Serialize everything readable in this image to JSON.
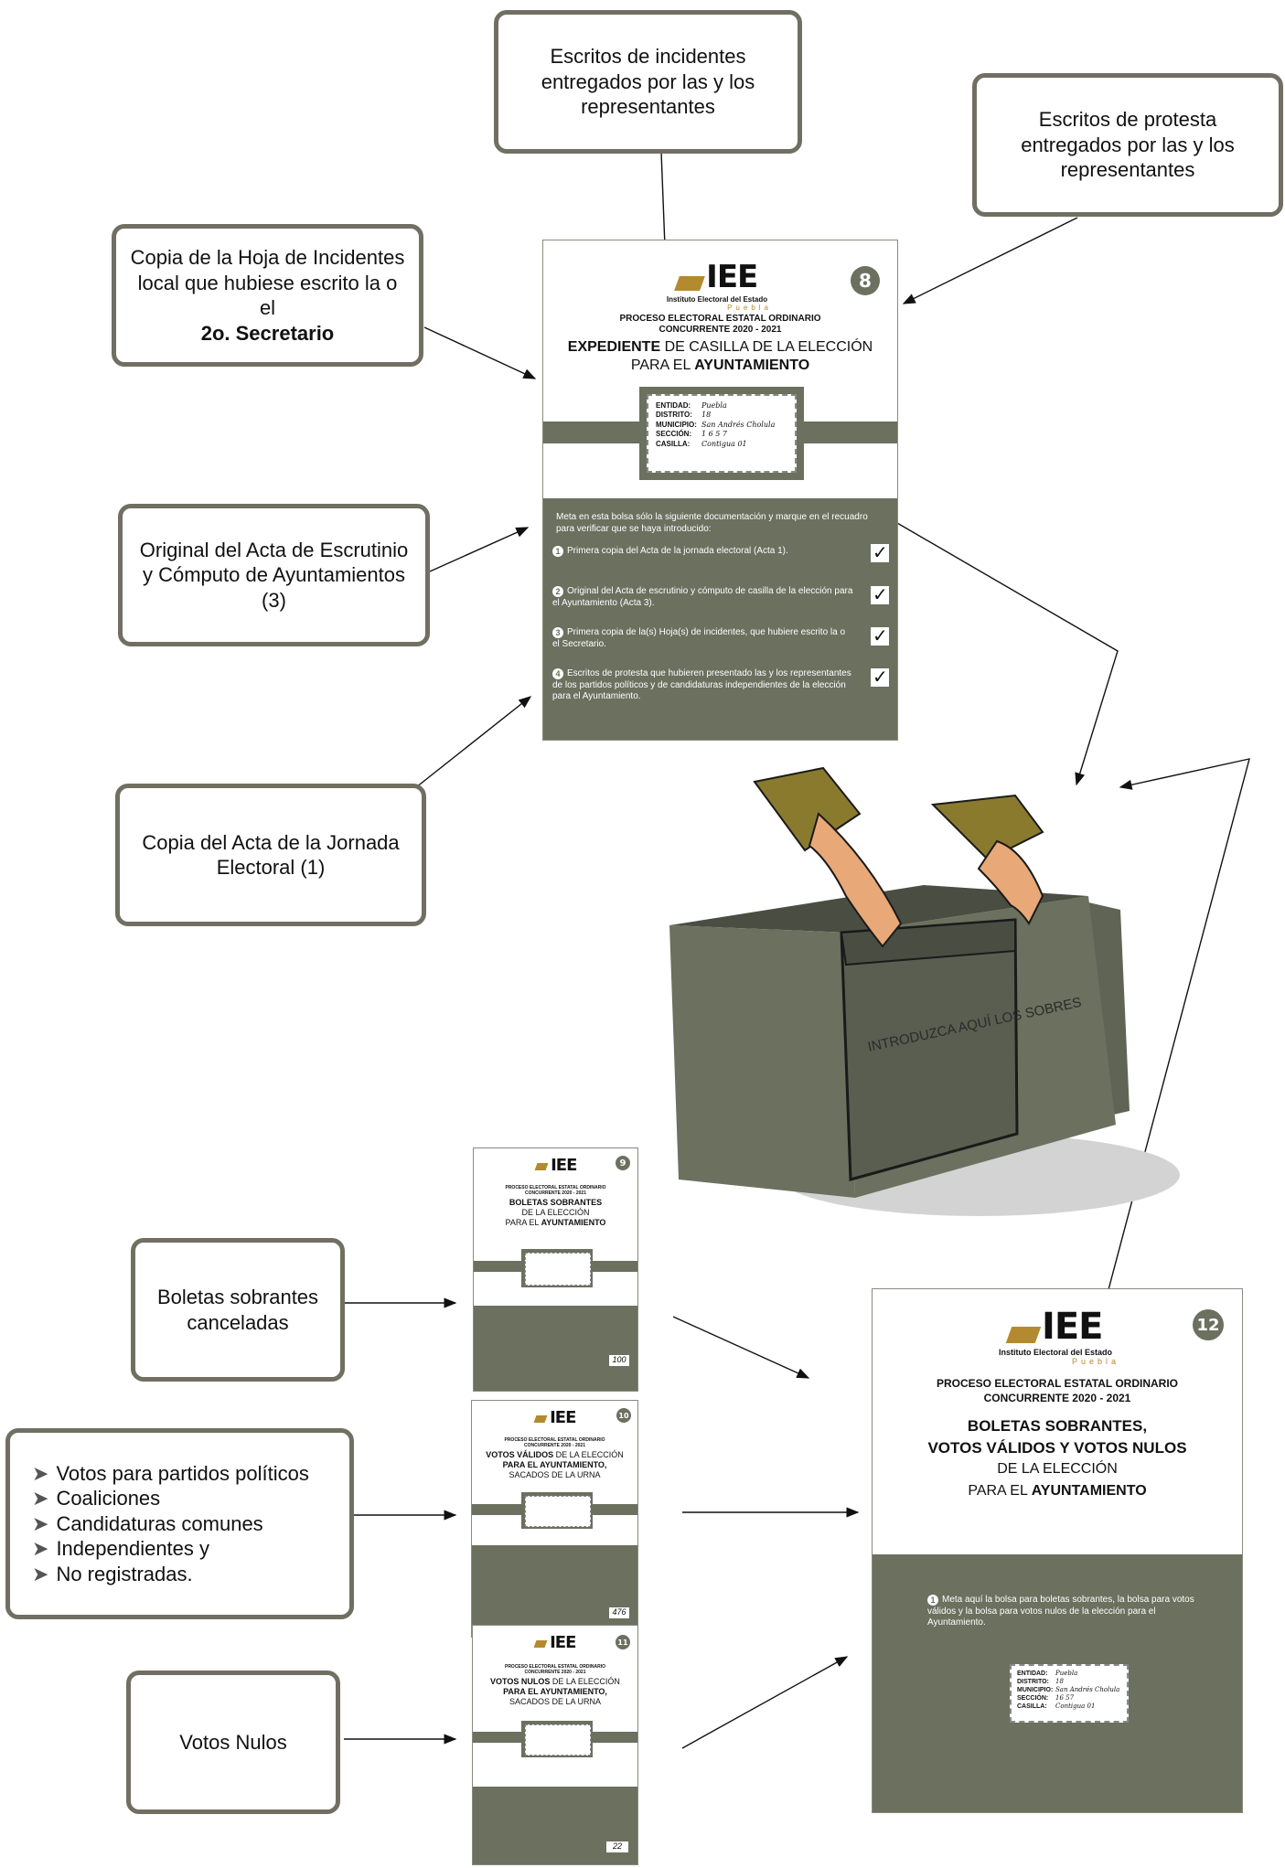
{
  "callouts": {
    "incidentes": "Escritos de incidentes entregados por las y los representantes",
    "protesta": "Escritos de protesta entregados por las y los representantes",
    "copia_hoja_line": "Copia de la Hoja de Incidentes local que hubiese escrito la o el",
    "copia_hoja_bold": "2o. Secretario",
    "original_acta": "Original del Acta de Escrutinio y Cómputo de Ayuntamientos (3)",
    "copia_acta": "Copia del Acta de la Jornada Electoral (1)",
    "boletas": "Boletas sobrantes canceladas",
    "votos_list": [
      "Votos para partidos políticos",
      "Coaliciones",
      "Candidaturas comunes",
      "Independientes y",
      "No registradas."
    ],
    "votos_nulos": "Votos Nulos"
  },
  "logo": {
    "iee": "IEE",
    "institute": "Instituto Electoral del Estado",
    "state": "Puebla"
  },
  "envelope8": {
    "number": "8",
    "process": "PROCESO ELECTORAL ESTATAL ORDINARIO",
    "concurrent": "CONCURRENTE 2020 - 2021",
    "title_bold": "EXPEDIENTE",
    "title_rest": "DE CASILLA DE LA ELECCIÓN",
    "title2_plain": "PARA EL",
    "title2_bold": "AYUNTAMIENTO",
    "labels": {
      "entidad_k": "ENTIDAD:",
      "entidad_v": "Puebla",
      "distrito_k": "DISTRITO:",
      "distrito_v": "18",
      "municipio_k": "MUNICIPIO:",
      "municipio_v": "San Andrés Cholula",
      "seccion_k": "SECCIÓN:",
      "seccion_v": "1 6 5 7",
      "casilla_k": "CASILLA:",
      "casilla_v": "Contigua 01"
    },
    "instructions": "Meta en esta bolsa sólo la siguiente documentación y marque en el recuadro para verificar que se haya introducido:",
    "items": [
      "Primera copia del Acta de la jornada electoral (Acta 1).",
      "Original del Acta de escrutinio y cómputo de casilla de la elección para el Ayuntamiento (Acta 3).",
      "Primera copia de la(s) Hoja(s) de incidentes, que hubiere escrito la o el Secretario.",
      "Escritos de protesta que hubieren presentado las y los representantes de los partidos políticos y de candidaturas independientes de la elección para el Ayuntamiento."
    ],
    "check": "✓"
  },
  "urn": {
    "label": "INTRODUZCA AQUÍ LOS SOBRES"
  },
  "envelope9": {
    "number": "9",
    "process": "PROCESO ELECTORAL ESTATAL ORDINARIO",
    "concurrent": "CONCURRENTE 2020 - 2021",
    "title1": "BOLETAS SOBRANTES",
    "title2": "DE LA ELECCIÓN",
    "title3_plain": "PARA EL",
    "title3_bold": "AYUNTAMIENTO",
    "count": "100"
  },
  "envelope10": {
    "number": "10",
    "process": "PROCESO ELECTORAL ESTATAL ORDINARIO",
    "concurrent": "CONCURRENTE 2020 - 2021",
    "title1_bold": "VOTOS VÁLIDOS",
    "title1_rest": "DE LA ELECCIÓN",
    "title2": "PARA EL AYUNTAMIENTO,",
    "title3": "SACADOS DE LA URNA",
    "count": "476"
  },
  "envelope11": {
    "number": "11",
    "process": "PROCESO ELECTORAL ESTATAL ORDINARIO",
    "concurrent": "CONCURRENTE 2020 - 2021",
    "title1_bold": "VOTOS NULOS",
    "title1_rest": "DE LA ELECCIÓN",
    "title2": "PARA EL AYUNTAMIENTO,",
    "title3": "SACADOS DE LA URNA",
    "count": "22"
  },
  "envelope12": {
    "number": "12",
    "process": "PROCESO ELECTORAL ESTATAL ORDINARIO",
    "concurrent": "CONCURRENTE 2020 - 2021",
    "title1": "BOLETAS SOBRANTES,",
    "title2": "VOTOS VÁLIDOS Y VOTOS NULOS",
    "title3": "DE LA ELECCIÓN",
    "title4_plain": "PARA EL",
    "title4_bold": "AYUNTAMIENTO",
    "instruction": "Meta aquí la bolsa para boletas sobrantes, la bolsa para votos válidos y la bolsa para votos nulos de la elección para el Ayuntamiento.",
    "labels": {
      "entidad_k": "ENTIDAD:",
      "entidad_v": "Puebla",
      "distrito_k": "DISTRITO:",
      "distrito_v": "18",
      "municipio_k": "MUNICIPIO:",
      "municipio_v": "San Andrés Cholula",
      "seccion_k": "SECCIÓN:",
      "seccion_v": "16 57",
      "casilla_k": "CASILLA:",
      "casilla_v": "Contigua 01"
    }
  }
}
